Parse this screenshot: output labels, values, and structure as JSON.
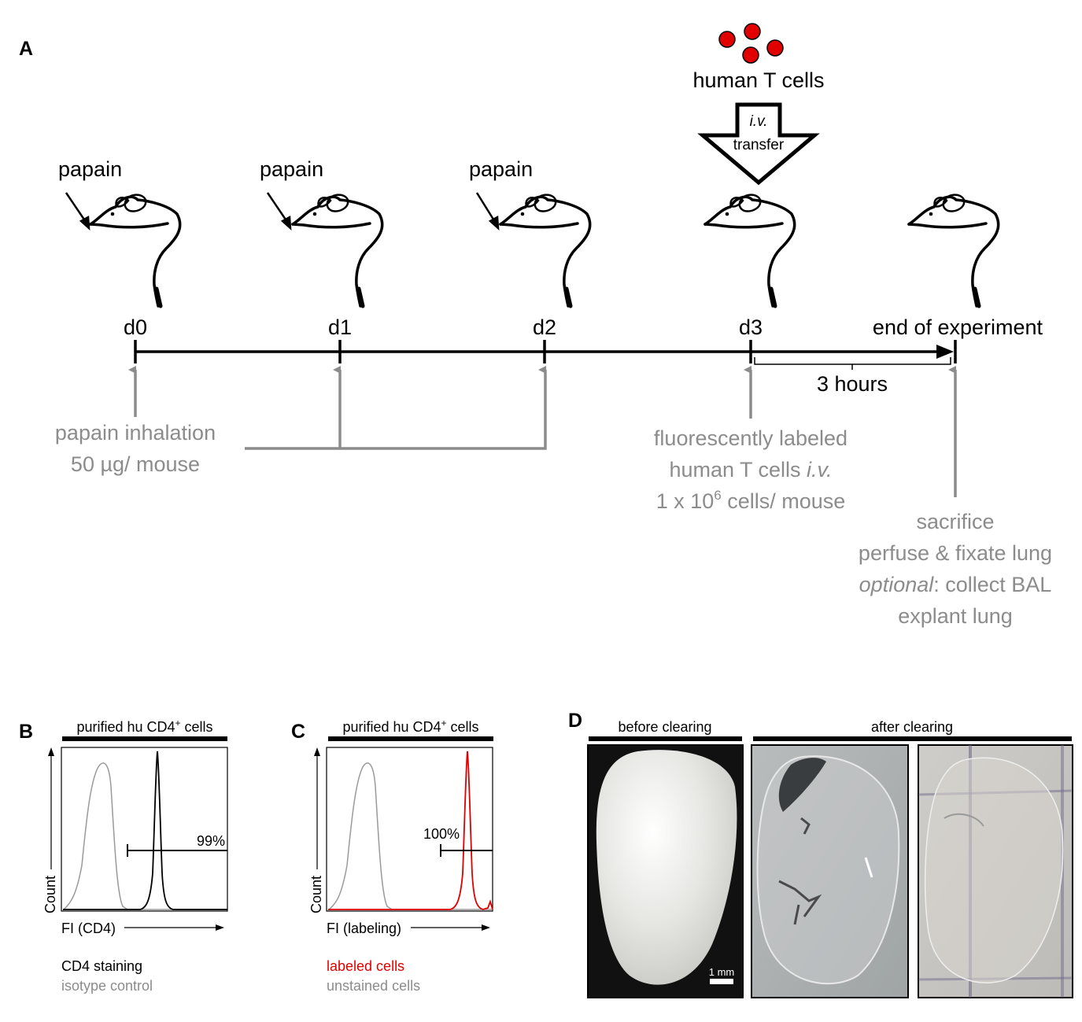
{
  "panel_a": {
    "letter": "A",
    "papain_labels": [
      "papain",
      "papain",
      "papain"
    ],
    "tcells_label": "human T cells",
    "arrow_line1": "i.v.",
    "arrow_line2": "transfer",
    "days": [
      "d0",
      "d1",
      "d2",
      "d3"
    ],
    "end_label": "end of experiment",
    "duration_label": "3 hours",
    "inhalation": {
      "line1": "papain inhalation",
      "line2": "50 µg/ mouse"
    },
    "labeled": {
      "line1": "fluorescently labeled",
      "line2_prefix": "human T cells ",
      "line2_italic": "i.v.",
      "line3_prefix": "1 x 10",
      "line3_sup": "6",
      "line3_suffix": " cells/ mouse"
    },
    "sacrifice": {
      "line1": "sacrifice",
      "line2": "perfuse & fixate lung",
      "line3_italic": "optional",
      "line3_rest": ": collect BAL",
      "line4": "explant lung"
    },
    "colors": {
      "tcell": "#e00000",
      "annotation": "#8c8c8c",
      "line": "#000000"
    }
  },
  "panel_b": {
    "letter": "B",
    "header": "purified hu CD4",
    "header_sup": "+",
    "header_suffix": " cells",
    "ylabel": "Count",
    "xlabel": "FI (CD4)",
    "gate_label": "99%",
    "legend": [
      {
        "label": "CD4 staining",
        "color": "#000000"
      },
      {
        "label": "isotype control",
        "color": "#8c8c8c"
      }
    ]
  },
  "panel_c": {
    "letter": "C",
    "header": "purified hu CD4",
    "header_sup": "+",
    "header_suffix": " cells",
    "ylabel": "Count",
    "xlabel": "FI (labeling)",
    "gate_label": "100%",
    "legend": [
      {
        "label": "labeled cells",
        "color": "#e00000"
      },
      {
        "label": "unstained cells",
        "color": "#8c8c8c"
      }
    ]
  },
  "panel_d": {
    "letter": "D",
    "before_label": "before clearing",
    "after_label": "after clearing",
    "scale_label": "1 mm"
  }
}
